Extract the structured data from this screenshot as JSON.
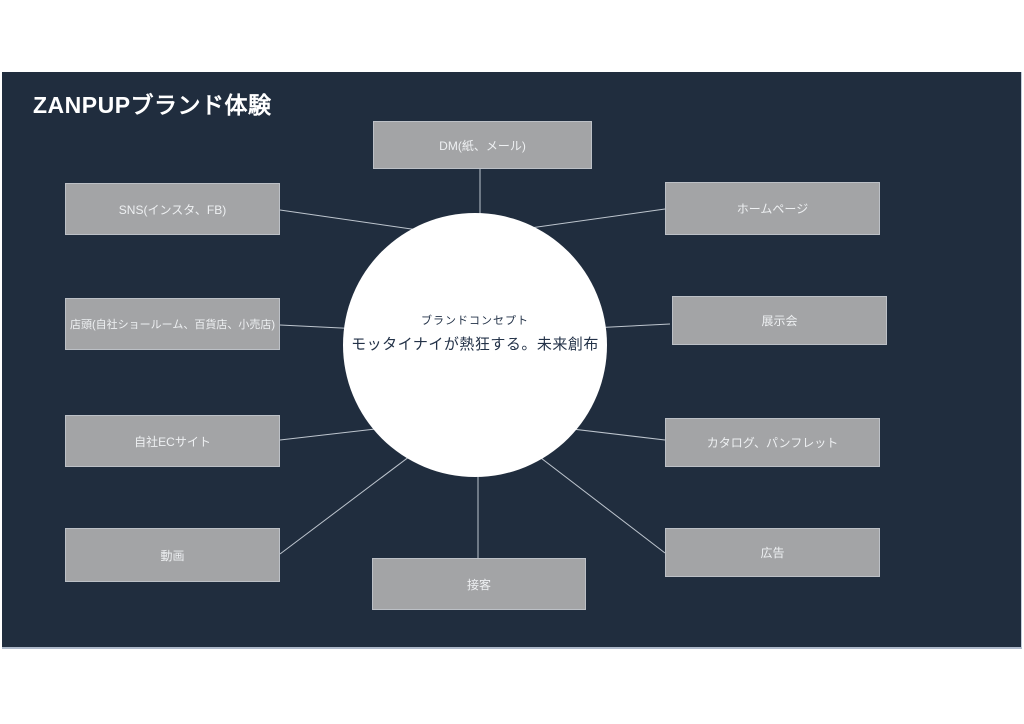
{
  "slide": {
    "title": "ZANPUPブランド体験",
    "center": {
      "label": "ブランドコンセプト",
      "concept": "モッタイナイが熱狂する。未来創布"
    },
    "touchpoints": [
      {
        "id": "dm",
        "label": "DM(紙、メール)"
      },
      {
        "id": "sns",
        "label": "SNS(インスタ、FB)"
      },
      {
        "id": "homepage",
        "label": "ホームページ"
      },
      {
        "id": "storefront",
        "label": "店頭(自社ショールーム、百貨店、小売店)"
      },
      {
        "id": "exhibition",
        "label": "展示会"
      },
      {
        "id": "ec-site",
        "label": "自社ECサイト"
      },
      {
        "id": "catalog",
        "label": "カタログ、パンフレット"
      },
      {
        "id": "video",
        "label": "動画"
      },
      {
        "id": "advertising",
        "label": "広告"
      },
      {
        "id": "service",
        "label": "接客"
      }
    ],
    "colors": {
      "background": "#202d3e",
      "box": "#a3a4a6",
      "box_border": "#bcc0c6",
      "box_text": "#eef0f2",
      "line": "#cfd6de",
      "circle": "#ffffff",
      "circle_text": "#233248",
      "title": "#ffffff",
      "page_bg": "#ffffff"
    }
  }
}
